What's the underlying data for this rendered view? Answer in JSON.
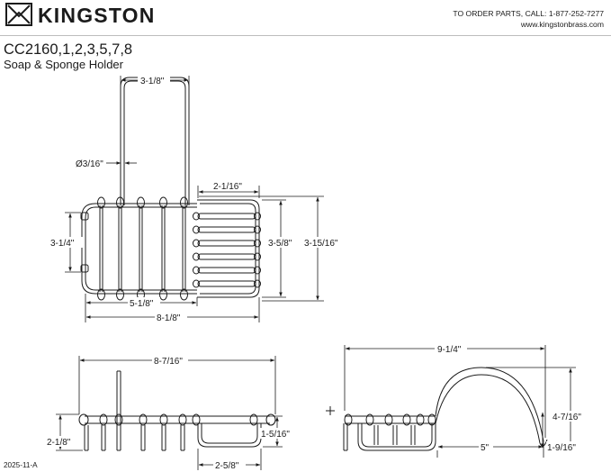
{
  "header": {
    "brand": "KINGSTON",
    "logo_icon": "kingston-crown-logo-icon",
    "order_line": "TO ORDER PARTS, CALL: 1-877-252-7277",
    "website": "www.kingstonbrass.com"
  },
  "title": {
    "model": "CC2160,1,2,3,5,7,8",
    "product": "Soap & Sponge Holder"
  },
  "top_view": {
    "dim_handle_width": "3-1/8\"",
    "dim_wire_dia": "Ø3/16\"",
    "dim_basket_width": "2-1/16\"",
    "dim_left_height": "3-1/4\"",
    "dim_basket_height": "3-5/8\"",
    "dim_total_height": "3-15/16\"",
    "dim_inner_length": "5-1/8\"",
    "dim_total_length": "8-1/8\""
  },
  "front_view": {
    "dim_total_length": "8-7/16\"",
    "dim_hook_height": "2-1/8\"",
    "dim_basket_depth": "1-5/16\"",
    "dim_basket_width": "2-5/8\""
  },
  "side_view": {
    "dim_total_length": "9-1/4\"",
    "dim_total_height": "4-7/16\"",
    "dim_tray_length": "5\"",
    "dim_tray_height": "1-9/16\""
  },
  "footer": {
    "doc_number": "2025-11-A"
  },
  "colors": {
    "line": "#1b1b1b",
    "rule": "#bdbdbd",
    "background": "#ffffff"
  }
}
